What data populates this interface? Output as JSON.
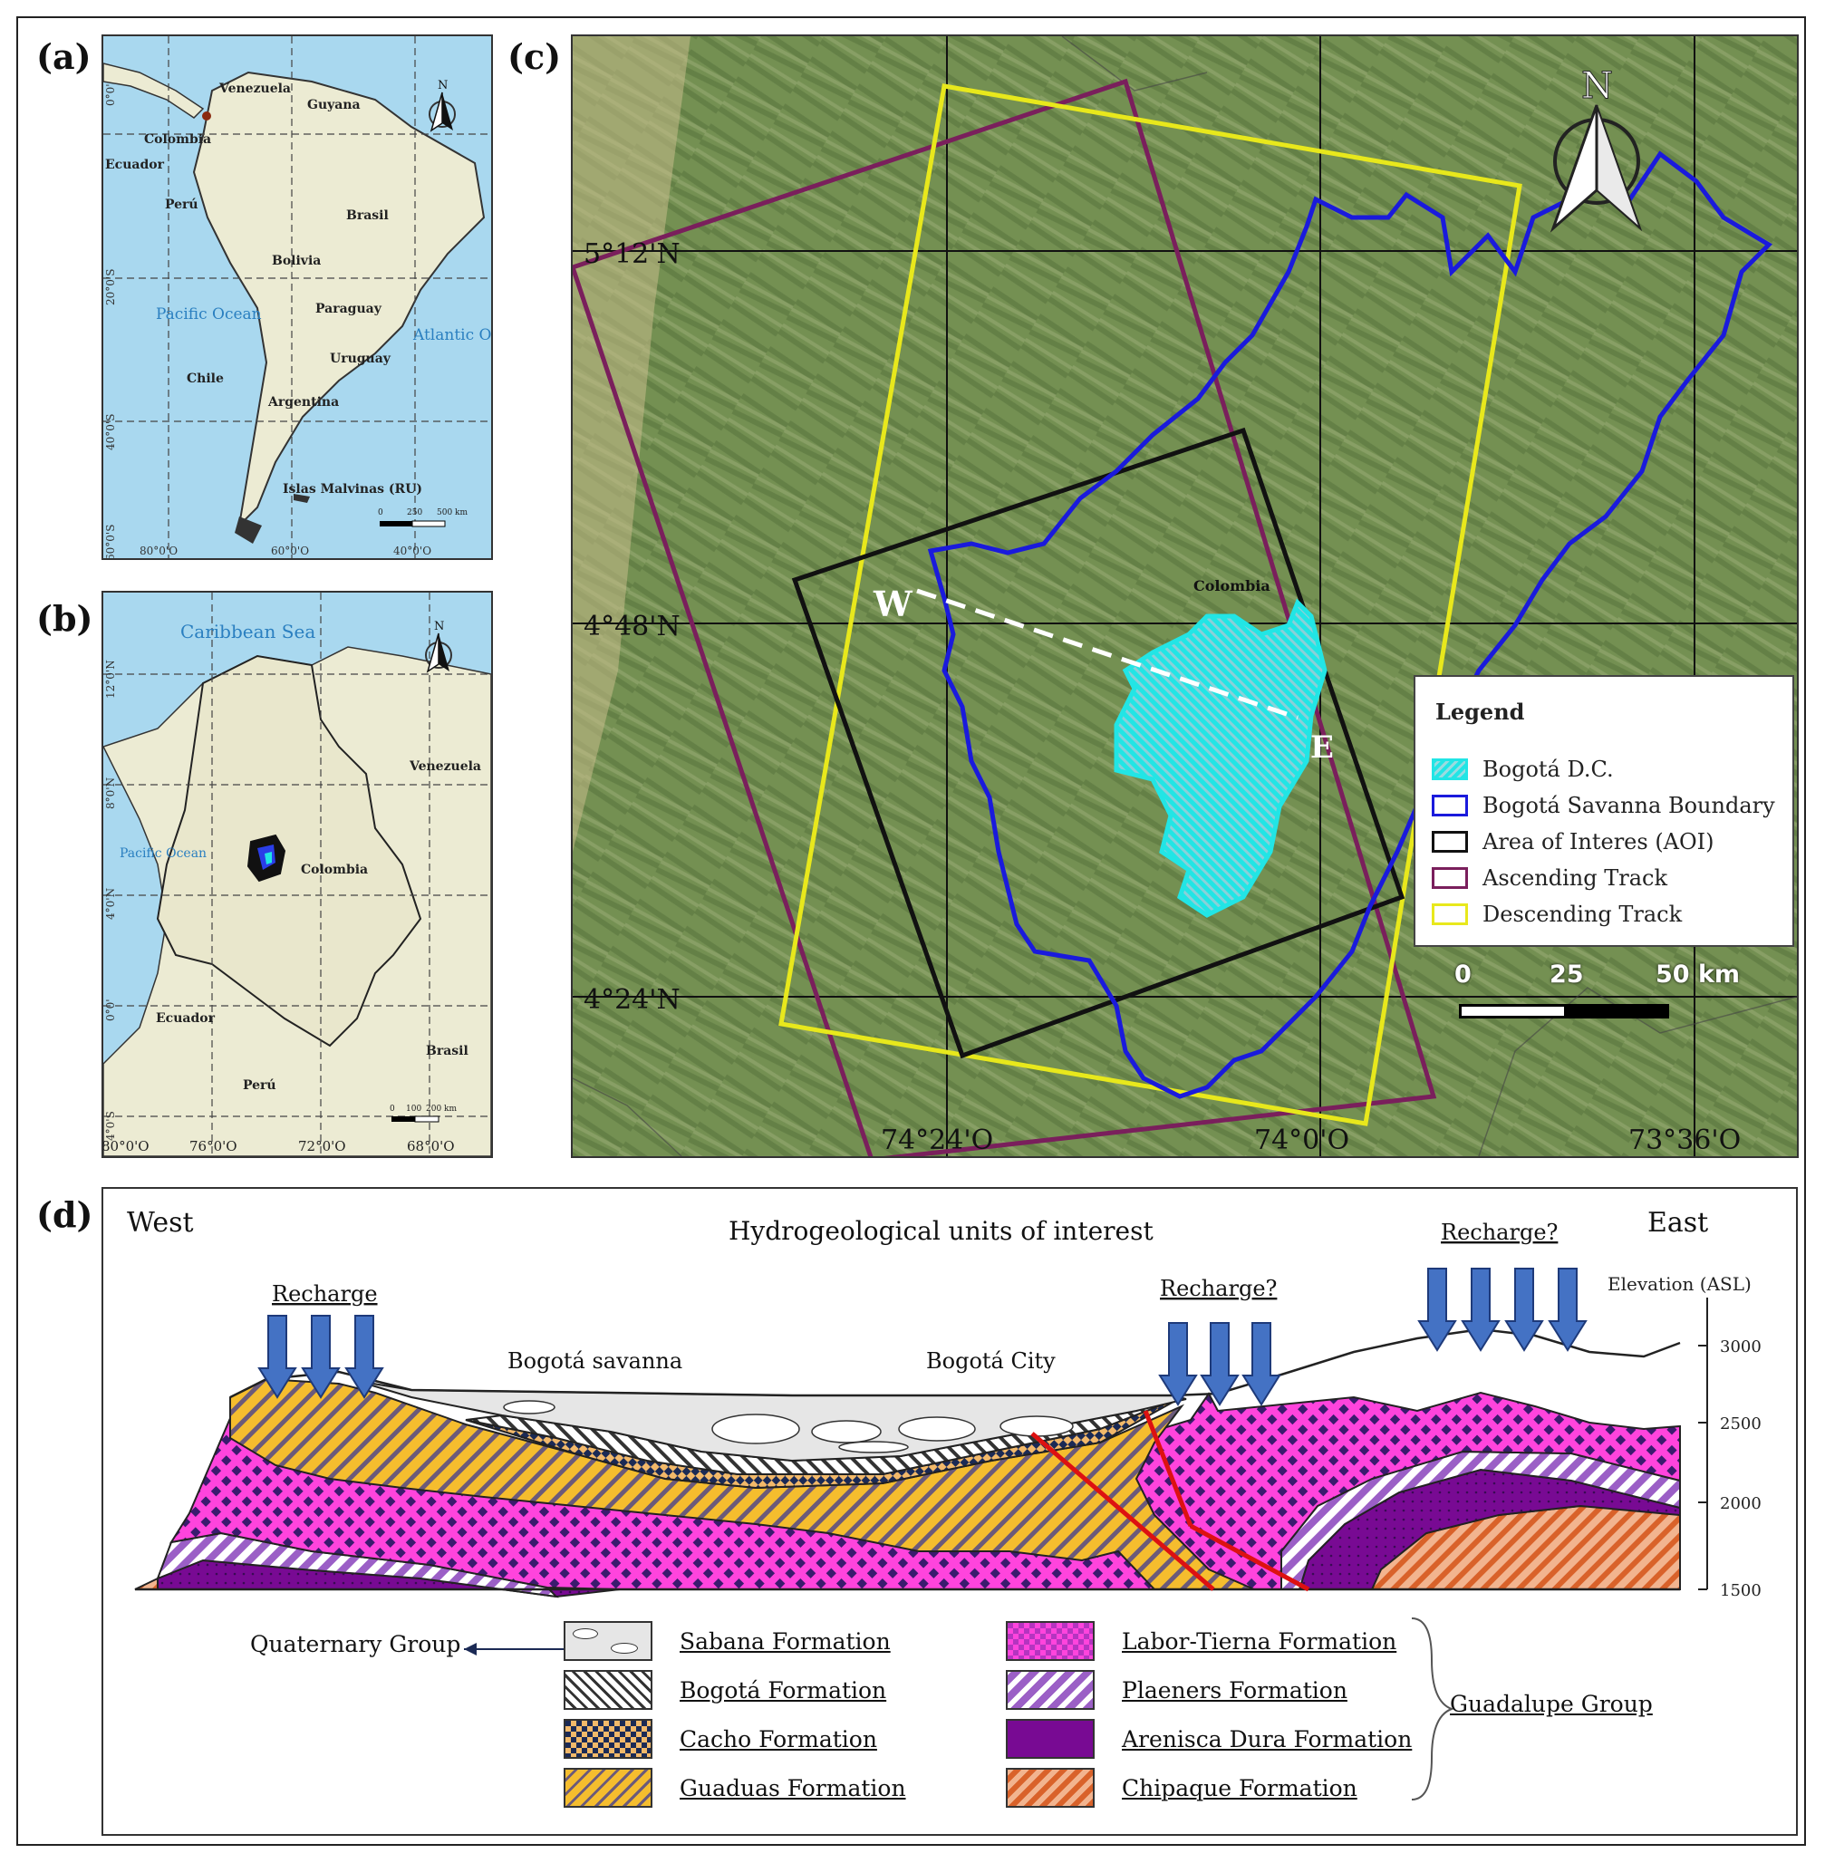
{
  "panels": {
    "a": "(a)",
    "b": "(b)",
    "c": "(c)",
    "d": "(d)"
  },
  "north_label": "N",
  "map_a": {
    "countries": [
      "Venezuela",
      "Guyana",
      "Colombia",
      "Ecuador",
      "Perú",
      "Brasil",
      "Bolivia",
      "Paraguay",
      "Uruguay",
      "Chile",
      "Argentina"
    ],
    "oceans": [
      "Pacific Ocean",
      "Atlantic Ocean"
    ],
    "islands": "Islas Malvinas (RU)",
    "lat_labels": [
      "0°0'",
      "20°0'S",
      "40°0'S",
      "60°0'S"
    ],
    "lon_labels": [
      "80°0'O",
      "60°0'O",
      "40°0'O"
    ],
    "scale_labels": [
      "0",
      "250",
      "500 km"
    ]
  },
  "map_b": {
    "sea": "Caribbean Sea",
    "ocean": "Pacific Ocean",
    "countries": [
      "Venezuela",
      "Colombia",
      "Ecuador",
      "Perú",
      "Brasil"
    ],
    "lat_labels": [
      "12°0'N",
      "8°0'N",
      "4°0'N",
      "0°0'",
      "4°0'S"
    ],
    "lon_labels": [
      "80°0'O",
      "76°0'O",
      "72°0'O",
      "68°0'O"
    ],
    "scale_labels": [
      "0",
      "100",
      "200 km"
    ]
  },
  "map_c": {
    "lat_labels": [
      "5°12'N",
      "4°48'N",
      "4°24'N"
    ],
    "lon_labels": [
      "74°24'O",
      "74°0'O",
      "73°36'O"
    ],
    "country_label": "Colombia",
    "profile_start": "W",
    "profile_end": "E",
    "legend": {
      "title": "Legend",
      "items": [
        {
          "label": "Bogotá D.C.",
          "color": "#22e5e5"
        },
        {
          "label": "Bogotá Savanna Boundary",
          "color": "#1a1adc"
        },
        {
          "label": "Area of Interes (AOI)",
          "color": "#111111"
        },
        {
          "label": "Ascending Track",
          "color": "#7a1f5c"
        },
        {
          "label": "Descending Track",
          "color": "#e8e81c"
        }
      ]
    },
    "scale": {
      "labels": [
        "0",
        "25",
        "50 km"
      ]
    }
  },
  "cross_section": {
    "title": "Hydrogeological units of interest",
    "west": "West",
    "east": "East",
    "recharge_labels": [
      "Recharge",
      "Recharge?",
      "Recharge?"
    ],
    "places": [
      "Bogotá savanna",
      "Bogotá City"
    ],
    "elevation_title": "Elevation (ASL)",
    "elevation_ticks": [
      3000,
      2500,
      2000,
      1500
    ],
    "quaternary_label": "Quaternary Group",
    "guadalupe_label": "Guadalupe Group",
    "units_left": [
      {
        "label": "Sabana Formation",
        "pattern": "sabana"
      },
      {
        "label": "Bogotá Formation",
        "pattern": "bogota"
      },
      {
        "label": "Cacho Formation",
        "pattern": "cacho"
      },
      {
        "label": "Guaduas Formation",
        "pattern": "guaduas"
      }
    ],
    "units_right": [
      {
        "label": "Labor-Tierna Formation",
        "pattern": "labor"
      },
      {
        "label": "Plaeners Formation",
        "pattern": "plaeners"
      },
      {
        "label": "Arenisca Dura Formation",
        "pattern": "arenisca"
      },
      {
        "label": "Chipaque Formation",
        "pattern": "chipaque"
      }
    ]
  }
}
